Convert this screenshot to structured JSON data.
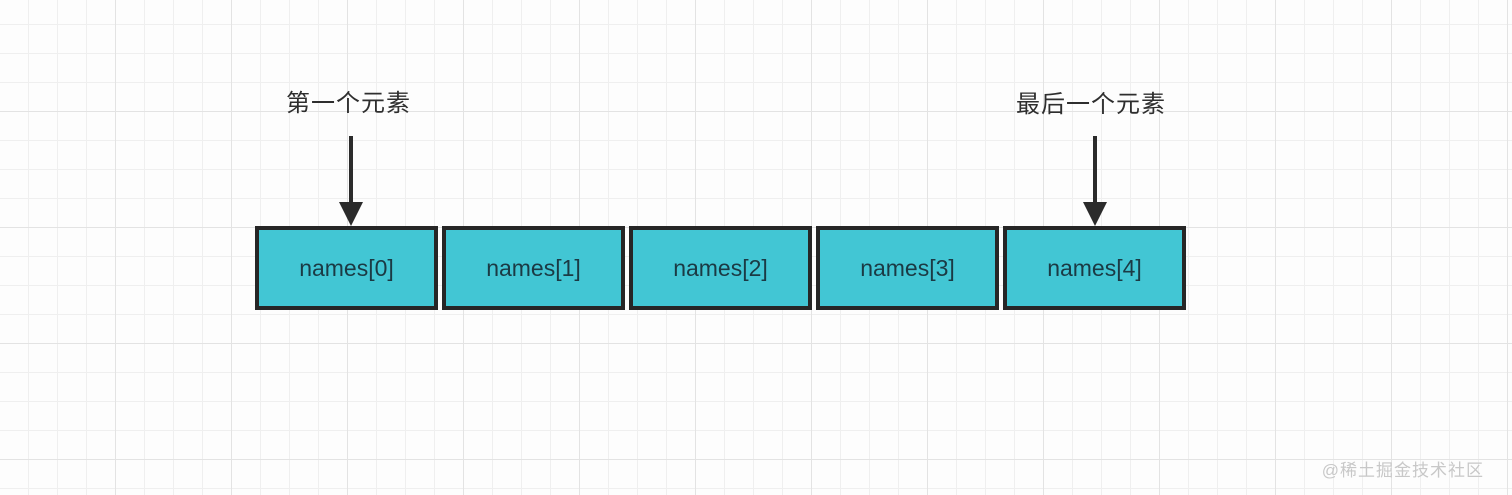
{
  "diagram": {
    "annotations": {
      "first": "第一个元素",
      "last": "最后一个元素"
    },
    "array": {
      "cells": [
        {
          "label": "names[0]"
        },
        {
          "label": "names[1]"
        },
        {
          "label": "names[2]"
        },
        {
          "label": "names[3]"
        },
        {
          "label": "names[4]"
        }
      ]
    },
    "watermark": "@稀土掘金技术社区",
    "colors": {
      "cell_fill": "#42C6D4",
      "cell_border": "#262626",
      "cell_text": "#1B3A44",
      "annotation_text": "#2E2E2E",
      "arrow": "#2B2B2B",
      "watermark_text": "#C8C8C8",
      "grid_minor": "#EFEFEF",
      "grid_major": "#E3E3E3",
      "canvas_background": "#FDFDFD"
    }
  }
}
